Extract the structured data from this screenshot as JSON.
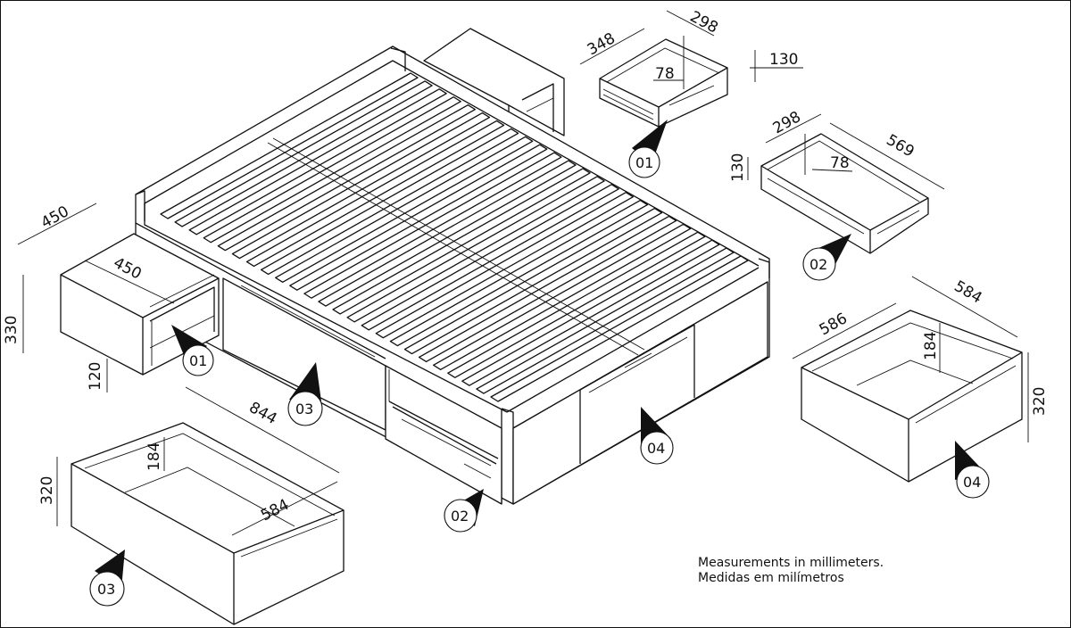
{
  "dimensions": {
    "drawer01_depth": "348",
    "drawer01_width": "298",
    "drawer01_height": "130",
    "drawer01_inner": "78",
    "drawer02_width": "298",
    "drawer02_depth": "569",
    "drawer02_height": "130",
    "drawer02_inner": "78",
    "night_depth": "450",
    "night_width": "450",
    "night_height": "330",
    "night_gap": "120",
    "drawer03_length": "844",
    "drawer03_inner": "184",
    "drawer03_height": "320",
    "drawer03_depth": "584",
    "drawer04_width": "586",
    "drawer04_depth": "584",
    "drawer04_inner": "184",
    "drawer04_height": "320"
  },
  "callouts": {
    "c01_top": "01",
    "c02_right": "02",
    "c01_left": "01",
    "c03_mid": "03",
    "c02_bed": "02",
    "c04_bed": "04",
    "c04_right": "04",
    "c03_bottom": "03"
  },
  "notes": {
    "line1": "Measurements in millimeters.",
    "line2": "Medidas em milímetros"
  }
}
